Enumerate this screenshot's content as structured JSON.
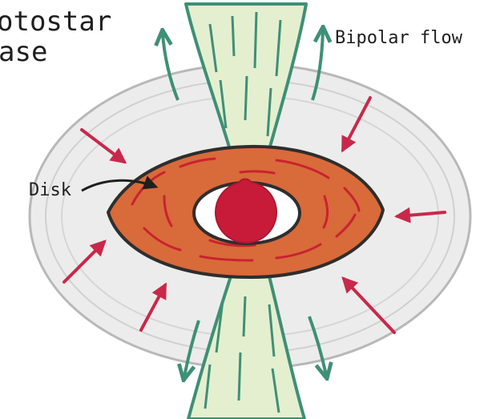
{
  "labels": {
    "title_line1": "otostar",
    "title_line2": "ase",
    "outflow": "Bipolar flow",
    "disk": "Disk"
  },
  "colors": {
    "envelope_fill": "#ececec",
    "envelope_stroke": "#b8b8b8",
    "jet_fill": "#e4efcf",
    "jet_outline": "#3f8f76",
    "disk_fill": "#d96a3a",
    "disk_outline": "#2e2e2e",
    "disk_dashes": "#c8232f",
    "protostar": "#c81b3a",
    "infall_arrows": "#c8294a",
    "outflow_arrows": "#3f8f76",
    "ink": "#1f1f1f"
  },
  "icons": {
    "infall": "red-inward-arrow-icon",
    "outflow": "green-outward-arrow-icon",
    "pointer": "black-curved-arrow-icon"
  }
}
